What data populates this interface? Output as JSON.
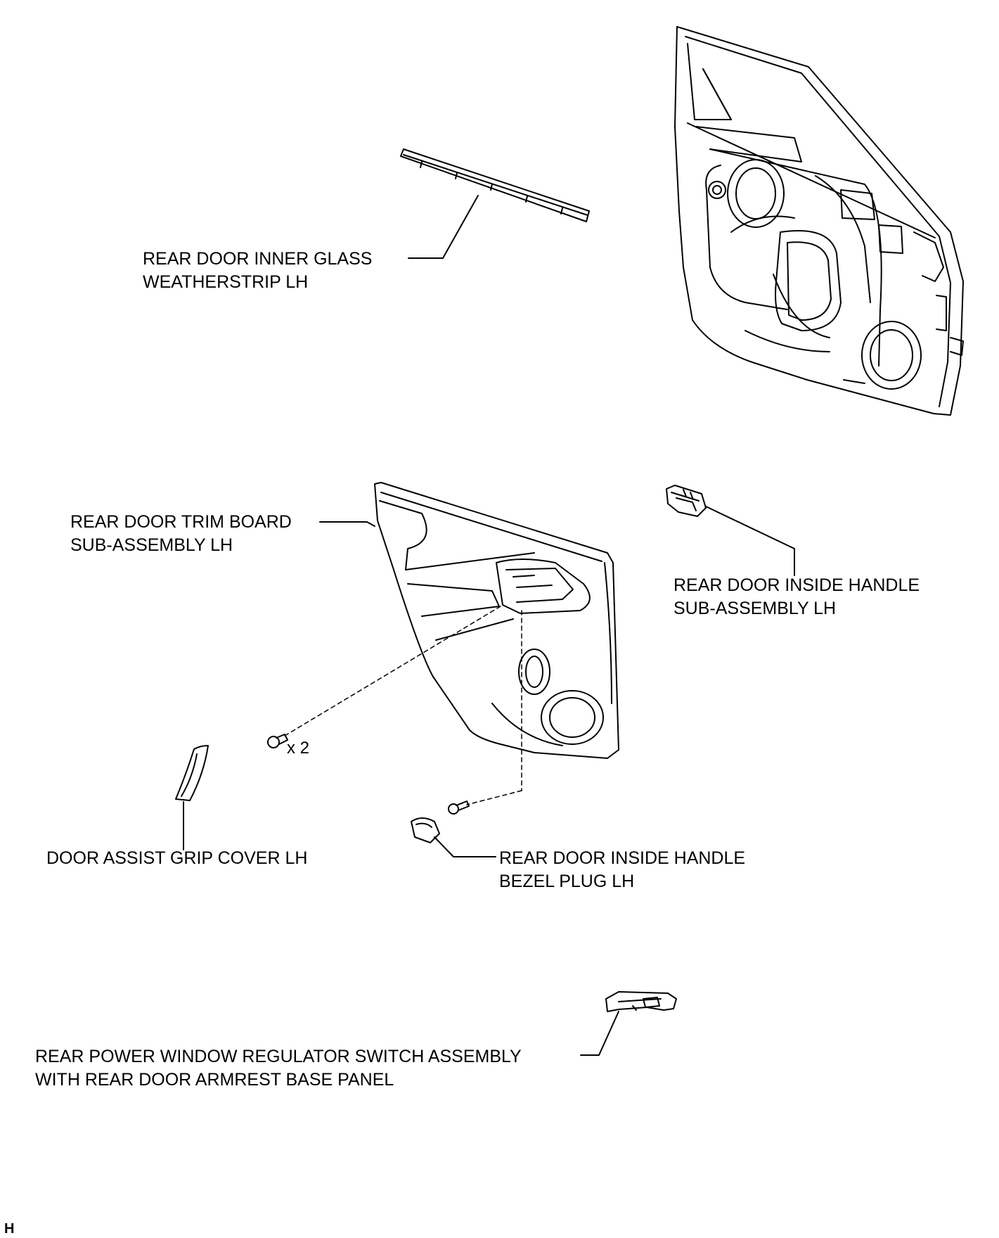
{
  "labels": {
    "weatherstrip": {
      "line1": "REAR DOOR INNER GLASS",
      "line2": "WEATHERSTRIP LH"
    },
    "trim_board": {
      "line1": "REAR DOOR TRIM BOARD",
      "line2": "SUB-ASSEMBLY LH"
    },
    "inside_handle": {
      "line1": "REAR DOOR INSIDE HANDLE",
      "line2": "SUB-ASSEMBLY LH"
    },
    "grip_cover": {
      "line1": "DOOR ASSIST GRIP COVER LH"
    },
    "bezel_plug": {
      "line1": "REAR DOOR INSIDE HANDLE",
      "line2": "BEZEL PLUG LH"
    },
    "window_switch": {
      "line1": "REAR POWER WINDOW REGULATOR SWITCH ASSEMBLY",
      "line2": "WITH REAR DOOR ARMREST BASE PANEL"
    }
  },
  "screw_quantity": "x 2",
  "corner_mark": "H",
  "colors": {
    "line": "#000000",
    "part_fill": "#ffffff",
    "shade": "#e6e6e6"
  }
}
